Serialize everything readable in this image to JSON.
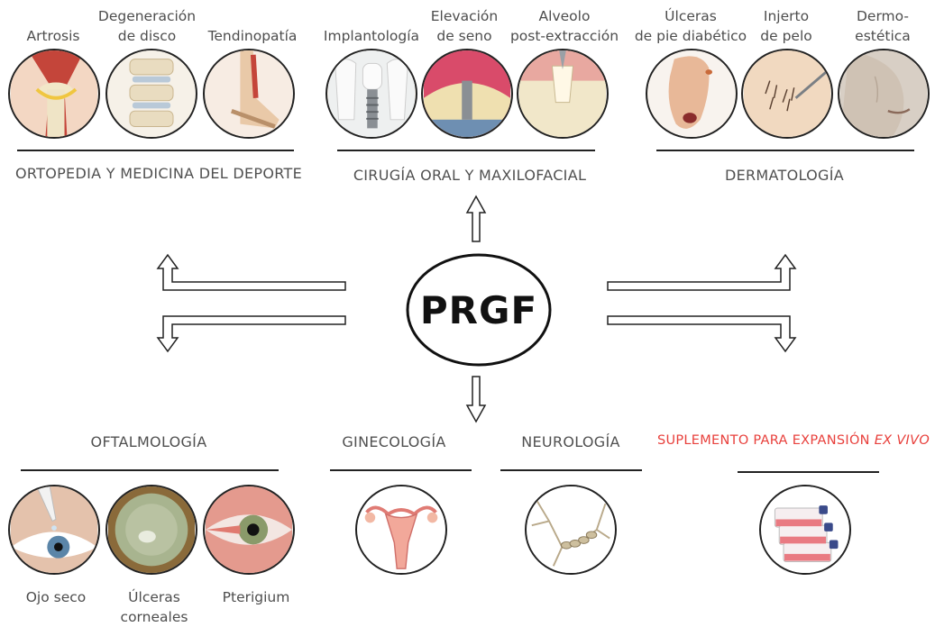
{
  "center_label": "PRGF",
  "orthopedics": {
    "caption": "ORTOPEDIA Y MEDICINA DEL DEPORTE",
    "items": [
      {
        "label": "Artrosis",
        "icon": "knee-joint-icon"
      },
      {
        "label": "Degeneración\nde disco",
        "icon": "spine-disc-icon"
      },
      {
        "label": "Tendinopatía",
        "icon": "ankle-tendon-icon"
      }
    ]
  },
  "oral_surgery": {
    "caption": "CIRUGÍA ORAL Y MAXILOFACIAL",
    "items": [
      {
        "label": "Implantología",
        "icon": "dental-implant-icon"
      },
      {
        "label": "Elevación\nde seno",
        "icon": "sinus-lift-icon"
      },
      {
        "label": "Alveolo\npost-extracción",
        "icon": "tooth-socket-icon"
      }
    ]
  },
  "dermatology": {
    "caption": "DERMATOLOGÍA",
    "items": [
      {
        "label": "Úlceras\nde pie diabético",
        "icon": "diabetic-foot-icon"
      },
      {
        "label": "Injerto\nde pelo",
        "icon": "hair-graft-icon"
      },
      {
        "label": "Dermo-\nestética",
        "icon": "face-skin-icon"
      }
    ]
  },
  "ophthalmology": {
    "caption": "OFTALMOLOGÍA",
    "items": [
      {
        "label": "Ojo seco",
        "icon": "eye-drop-icon"
      },
      {
        "label": "Úlceras\ncorneales",
        "icon": "cornea-ulcer-icon"
      },
      {
        "label": "Pterigium",
        "icon": "pterygium-eye-icon"
      }
    ]
  },
  "gynecology": {
    "caption": "GINECOLOGÍA",
    "icon": "uterus-icon"
  },
  "neurology": {
    "caption": "NEUROLOGÍA",
    "icon": "neuron-icon"
  },
  "ex_vivo": {
    "caption": "SUPLEMENTO PARA EXPANSIÓN ",
    "caption_em": "EX VIVO",
    "icon": "culture-flasks-icon",
    "color": "#e8403c"
  }
}
